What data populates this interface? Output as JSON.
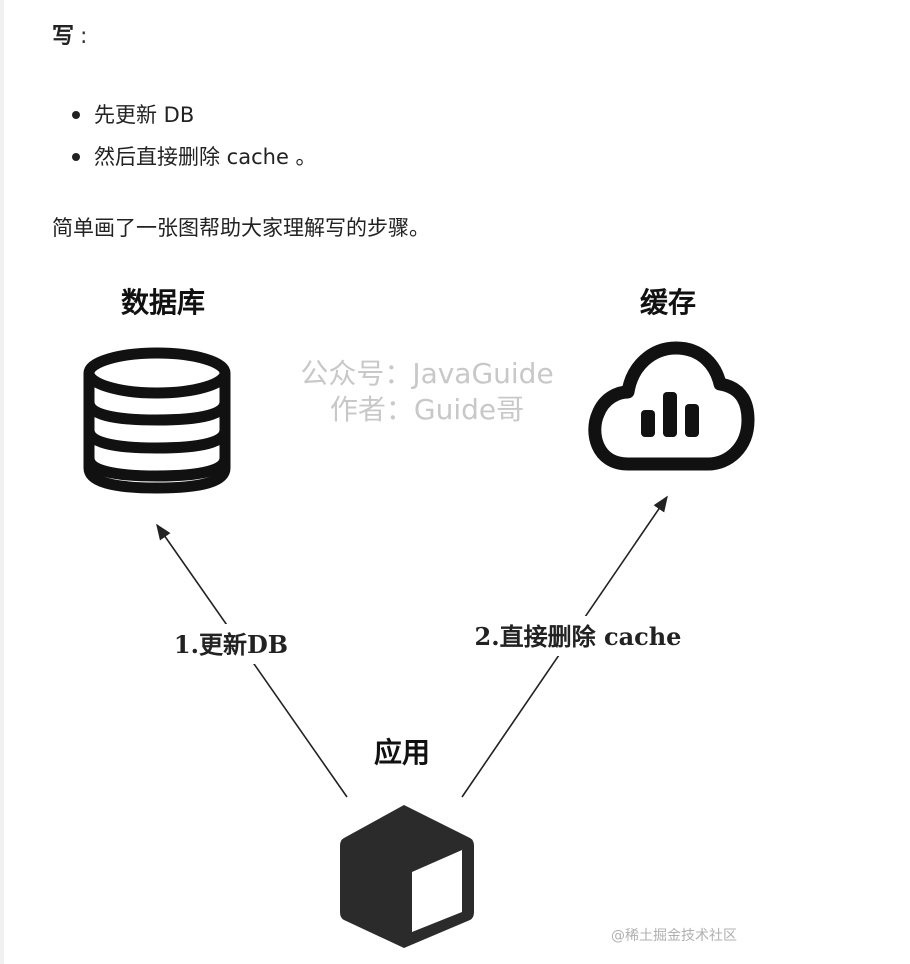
{
  "heading": {
    "bold": "写",
    "colon": ":"
  },
  "list": [
    "先更新 DB",
    "然后直接删除 cache 。"
  ],
  "intro": "简单画了一张图帮助大家理解写的步骤。",
  "diagram": {
    "db_label": "数据库",
    "cache_label": "缓存",
    "app_label": "应用",
    "step1": "1.更新DB",
    "step2": "2.直接删除 cache",
    "watermark_line1": "公众号：JavaGuide",
    "watermark_line2": "作者：Guide哥",
    "credit": "@稀土掘金技术社区"
  },
  "icons": [
    "database-icon",
    "cloud-cache-icon",
    "app-cube-icon"
  ],
  "colors": {
    "icon": "#111111",
    "watermark": "#c8c8c8",
    "text": "#222222"
  }
}
